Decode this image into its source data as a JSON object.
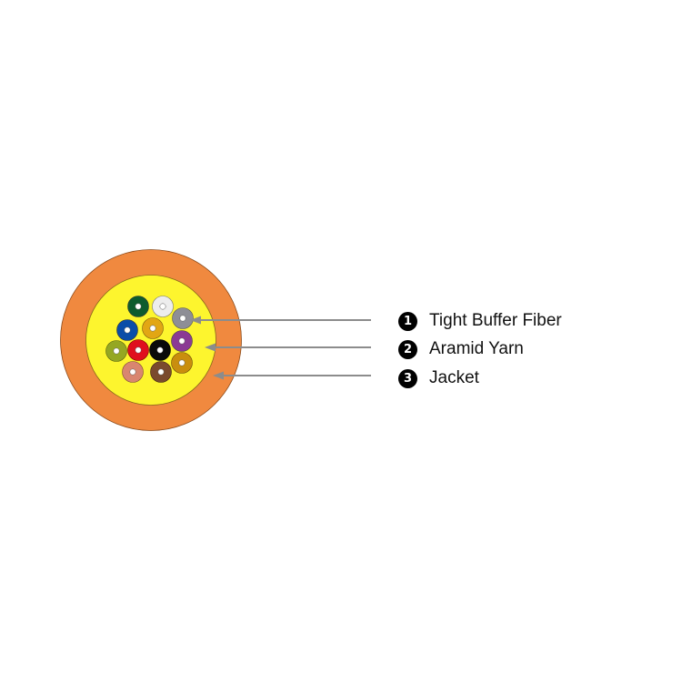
{
  "diagram": {
    "type": "cable-cross-section",
    "colors": {
      "jacket": "#F0893F",
      "jacket_stroke": "#8a4a1a",
      "aramid_yarn": "#FDF52E",
      "arrow": "#8c8c8c",
      "fiber_core": "#ffffff"
    },
    "fibers": [
      {
        "name": "green",
        "color": "#0E5C2E"
      },
      {
        "name": "white",
        "color": "#EDEDED"
      },
      {
        "name": "gray",
        "color": "#8E8E96"
      },
      {
        "name": "blue",
        "color": "#0B4DA8"
      },
      {
        "name": "orange",
        "color": "#E2A614"
      },
      {
        "name": "violet",
        "color": "#8B3A94"
      },
      {
        "name": "olive",
        "color": "#95A722"
      },
      {
        "name": "red",
        "color": "#E0101E"
      },
      {
        "name": "black",
        "color": "#0A0A0A"
      },
      {
        "name": "amber",
        "color": "#C98E0E"
      },
      {
        "name": "rose",
        "color": "#D98670"
      },
      {
        "name": "brown",
        "color": "#7A4A2E"
      }
    ]
  },
  "legend": [
    {
      "number": "1",
      "label": "Tight Buffer Fiber"
    },
    {
      "number": "2",
      "label": "Aramid Yarn"
    },
    {
      "number": "3",
      "label": "Jacket"
    }
  ]
}
